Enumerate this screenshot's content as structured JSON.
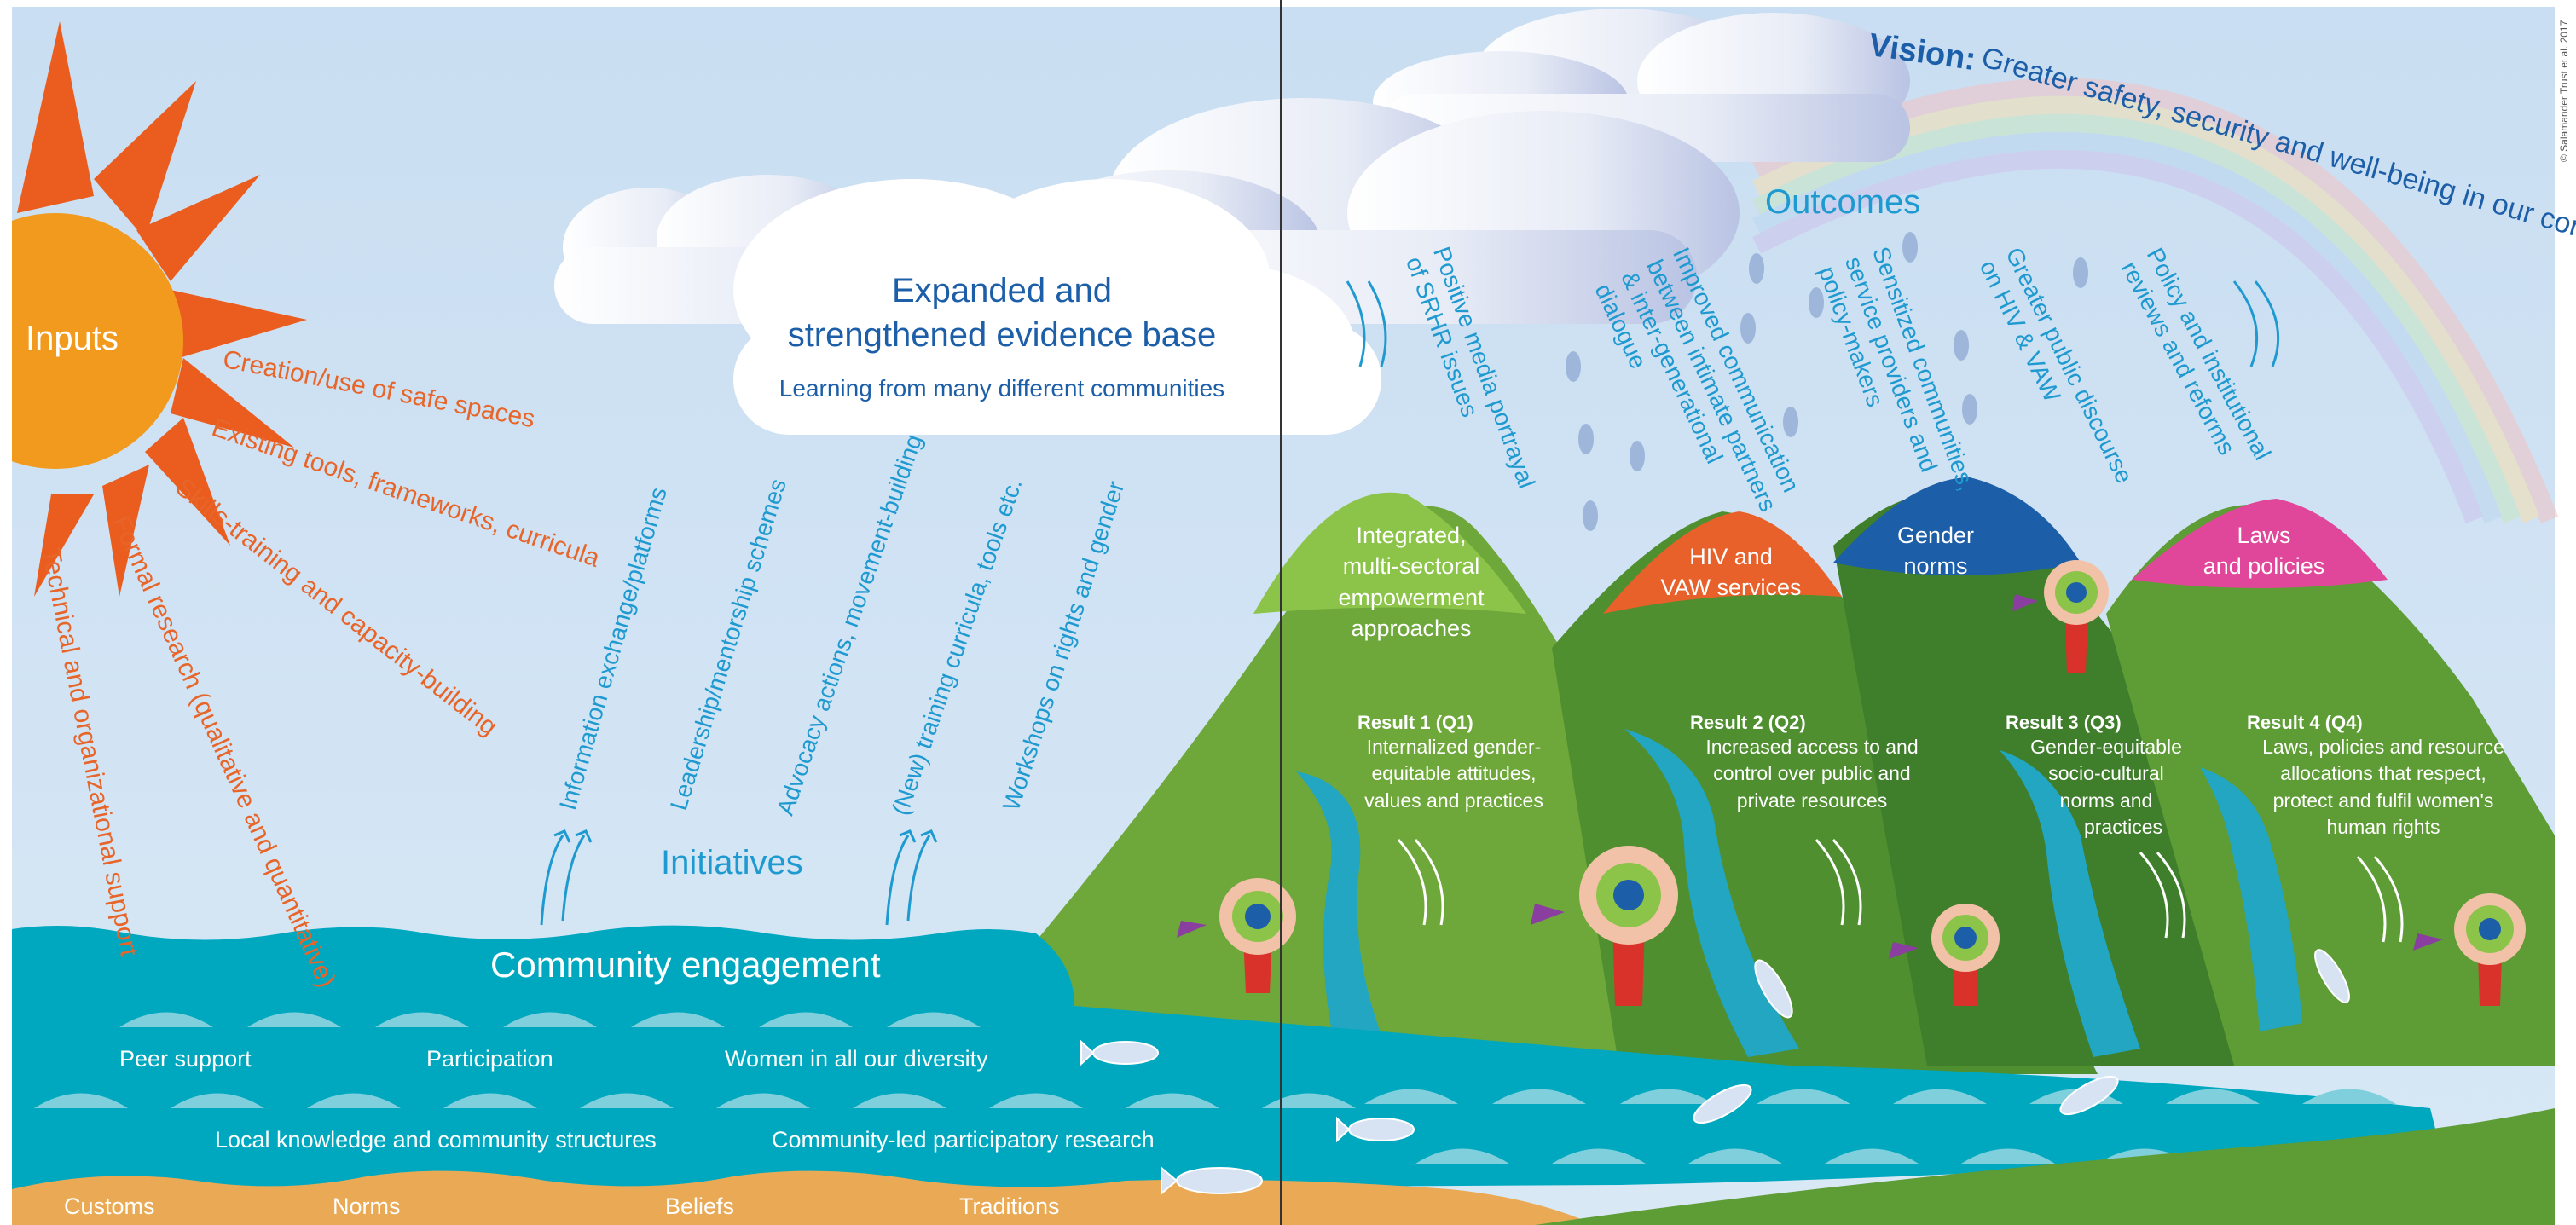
{
  "sun": {
    "label": "Inputs"
  },
  "inputs": [
    "Creation/use of safe spaces",
    "Existing tools, frameworks, curricula",
    "Skills-training and capacity-building",
    "Formal research (qualitative and quantitative)",
    "Technical and organizational support"
  ],
  "evidence": {
    "title_line1": "Expanded and",
    "title_line2": "strengthened evidence base",
    "subtitle": "Learning from many different communities"
  },
  "initiatives": {
    "label": "Initiatives",
    "items": [
      "Information exchange/platforms",
      "Leadership/mentorship schemes",
      "Advocacy actions, movement-building",
      "(New) training curricula, tools etc.",
      "Workshops on rights and gender"
    ]
  },
  "community": {
    "label": "Community engagement",
    "row1": [
      "Peer support",
      "Participation",
      "Women in all our diversity"
    ],
    "row2": [
      "Local knowledge and community structures",
      "Community-led participatory research"
    ],
    "foundation": [
      "Customs",
      "Norms",
      "Beliefs",
      "Traditions"
    ]
  },
  "outcomes": {
    "label": "Outcomes",
    "items": [
      {
        "line1": "Positive media portrayal",
        "line2": "of SRHR issues"
      },
      {
        "line1": "Improved communication",
        "line2": "between intimate partners",
        "line3": "& inter-generational",
        "line4": "dialogue"
      },
      {
        "line1": "Sensitized communities,",
        "line2": "service providers and",
        "line3": "policy-makers"
      },
      {
        "line1": "Greater public discourse",
        "line2": "on HIV & VAW"
      },
      {
        "line1": "Policy and institutional",
        "line2": "reviews and reforms"
      }
    ]
  },
  "vision": {
    "label": "Vision:",
    "text": "Greater safety, security and well-being in our community"
  },
  "copyright": "© Salamander Trust et al. 2017",
  "hills": {
    "h1": {
      "line1": "Integrated,",
      "line2": "multi-sectoral",
      "line3": "empowerment",
      "line4": "approaches"
    },
    "h2": {
      "line1": "HIV and",
      "line2": "VAW services"
    },
    "h3": {
      "line1": "Gender",
      "line2": "norms"
    },
    "h4": {
      "line1": "Laws",
      "line2": "and policies"
    }
  },
  "results": [
    {
      "title": "Result 1 (Q1)",
      "line1": "Internalized gender-",
      "line2": "equitable attitudes,",
      "line3": "values and practices"
    },
    {
      "title": "Result 2 (Q2)",
      "line1": "Increased access to and",
      "line2": "control over public and",
      "line3": "private resources"
    },
    {
      "title": "Result 3 (Q3)",
      "line1": "Gender-equitable",
      "line2": "socio-cultural",
      "line3": "norms and",
      "line4": "practices"
    },
    {
      "title": "Result 4 (Q4)",
      "line1": "Laws, policies and resource",
      "line2": "allocations that respect,",
      "line3": "protect and fulfil women's",
      "line4": "human rights"
    }
  ]
}
